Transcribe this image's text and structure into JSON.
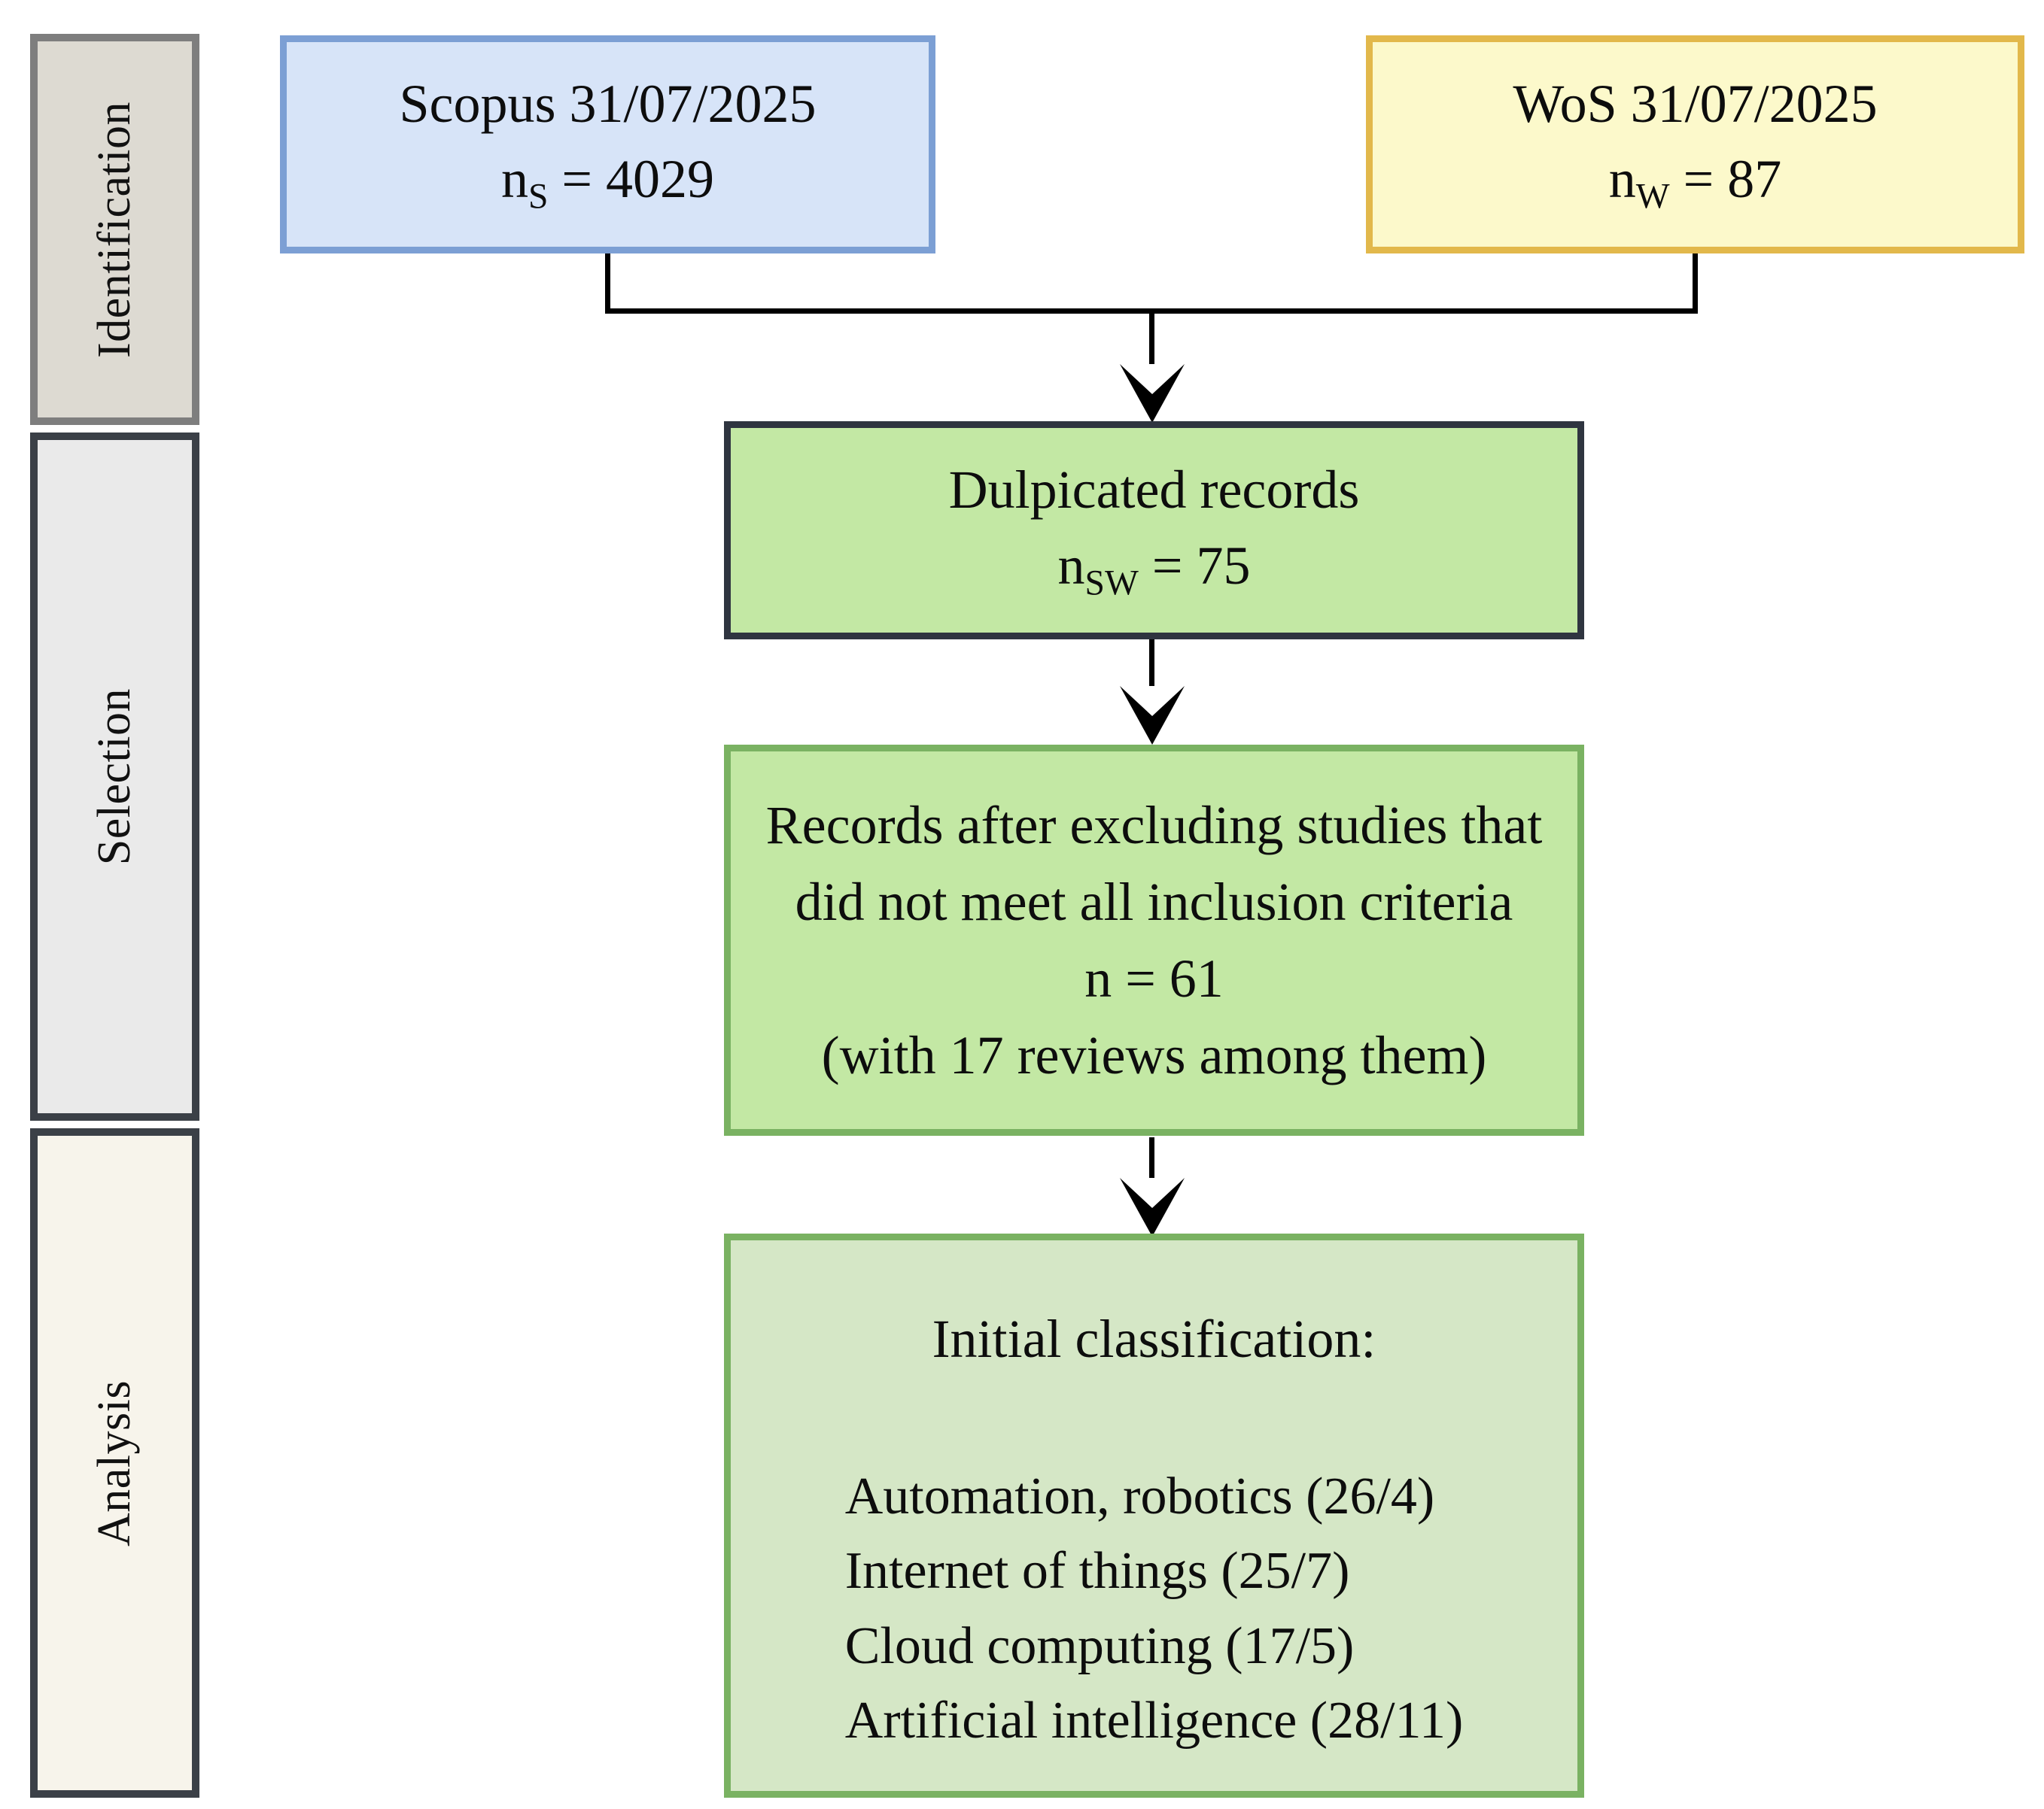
{
  "diagram": {
    "title": "PRISMA record selection flow",
    "colors": {
      "scopus_fill": "#D7E4F8",
      "scopus_border": "#7C9FD4",
      "wos_fill": "#FCF9CB",
      "wos_border": "#E2B84B",
      "green_fill": "#C3E8A4",
      "green_light_fill": "#D5E7C6",
      "green_border": "#7AB262",
      "dark_border": "#2F3540",
      "identification_fill": "#DDDAD2",
      "identification_border": "#7E7E7E",
      "selection_fill": "#EAEAEA",
      "analysis_fill": "#F7F4EB",
      "connector": "#000000"
    }
  },
  "stages": [
    {
      "id": "identification",
      "label": "Identification"
    },
    {
      "id": "selection",
      "label": "Selection"
    },
    {
      "id": "analysis",
      "label": "Analysis"
    }
  ],
  "nodes": {
    "scopus": {
      "line1": "Scopus 31/07/2025",
      "symbol": "n",
      "subscript": "S",
      "equals": " = ",
      "count": "4029"
    },
    "wos": {
      "line1": "WoS 31/07/2025",
      "symbol": "n",
      "subscript": "W",
      "equals": " = ",
      "count": "87"
    },
    "duplicates": {
      "line1": "Dulpicated records",
      "symbol": "n",
      "subscript": "SW",
      "equals": " = ",
      "count": "75"
    },
    "included": {
      "line1": "Records after excluding studies that",
      "line2": "did not meet all inclusion criteria",
      "line3": "n = 61",
      "line4": "(with 17 reviews among them)"
    },
    "classification": {
      "heading": "Initial classification:",
      "items": [
        "Automation, robotics (26/4)",
        "Internet of things (25/7)",
        "Cloud computing (17/5)",
        "Artificial intelligence (28/11)"
      ]
    }
  },
  "connectors": [
    {
      "id": "scopus-down",
      "from": "scopus",
      "to": "merge-bar"
    },
    {
      "id": "wos-down",
      "from": "wos",
      "to": "merge-bar"
    },
    {
      "id": "merge-bar",
      "from": "merge-bar",
      "to": "duplicates"
    },
    {
      "id": "dup-to-incl",
      "from": "duplicates",
      "to": "included"
    },
    {
      "id": "incl-to-class",
      "from": "included",
      "to": "classification"
    }
  ]
}
